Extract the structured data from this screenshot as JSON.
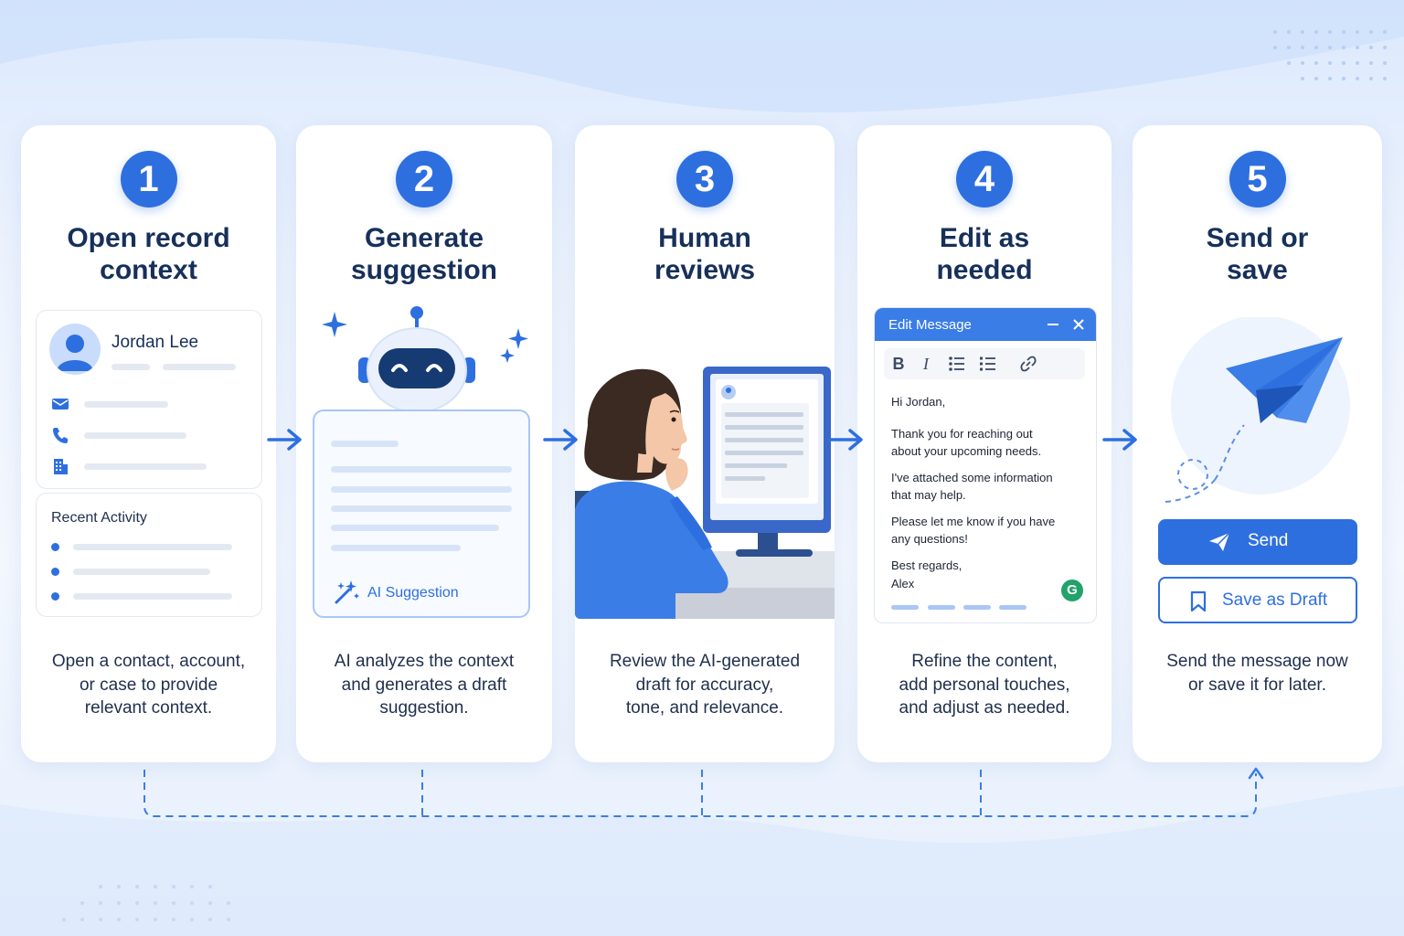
{
  "steps": [
    {
      "number": "1",
      "title_line1": "Open record",
      "title_line2": "context",
      "desc_line1": "Open a contact, account,",
      "desc_line2": "or case to provide",
      "desc_line3": "relevant context."
    },
    {
      "number": "2",
      "title_line1": "Generate",
      "title_line2": "suggestion",
      "desc_line1": "AI analyzes the context",
      "desc_line2": "and generates a draft",
      "desc_line3": "suggestion."
    },
    {
      "number": "3",
      "title_line1": "Human",
      "title_line2": "reviews",
      "desc_line1": "Review the AI-generated",
      "desc_line2": "draft for accuracy,",
      "desc_line3": "tone, and relevance."
    },
    {
      "number": "4",
      "title_line1": "Edit as",
      "title_line2": "needed",
      "desc_line1": "Refine the content,",
      "desc_line2": "add personal touches,",
      "desc_line3": "and adjust as needed."
    },
    {
      "number": "5",
      "title_line1": "Send or",
      "title_line2": "save",
      "desc_line1": "Send the message now",
      "desc_line2": "or save it for later.",
      "desc_line3": ""
    }
  ],
  "contact": {
    "name": "Jordan Lee",
    "activity_title": "Recent Activity"
  },
  "ai_suggestion": {
    "label": "AI Suggestion"
  },
  "edit_message": {
    "window_title": "Edit Message",
    "toolbar": {
      "bold": "B",
      "italic": "I"
    },
    "body": [
      "Hi Jordan,",
      "Thank you for reaching out",
      "about your upcoming needs.",
      "I've attached some information",
      "that may help.",
      "Please let me know if you have",
      "any questions!",
      "Best regards,",
      "Alex"
    ],
    "badge": "G"
  },
  "send": {
    "send_label": "Send",
    "draft_label": "Save as Draft"
  },
  "colors": {
    "accent": "#2e6fe0",
    "title": "#17305a",
    "grammar_badge": "#21a36b"
  }
}
